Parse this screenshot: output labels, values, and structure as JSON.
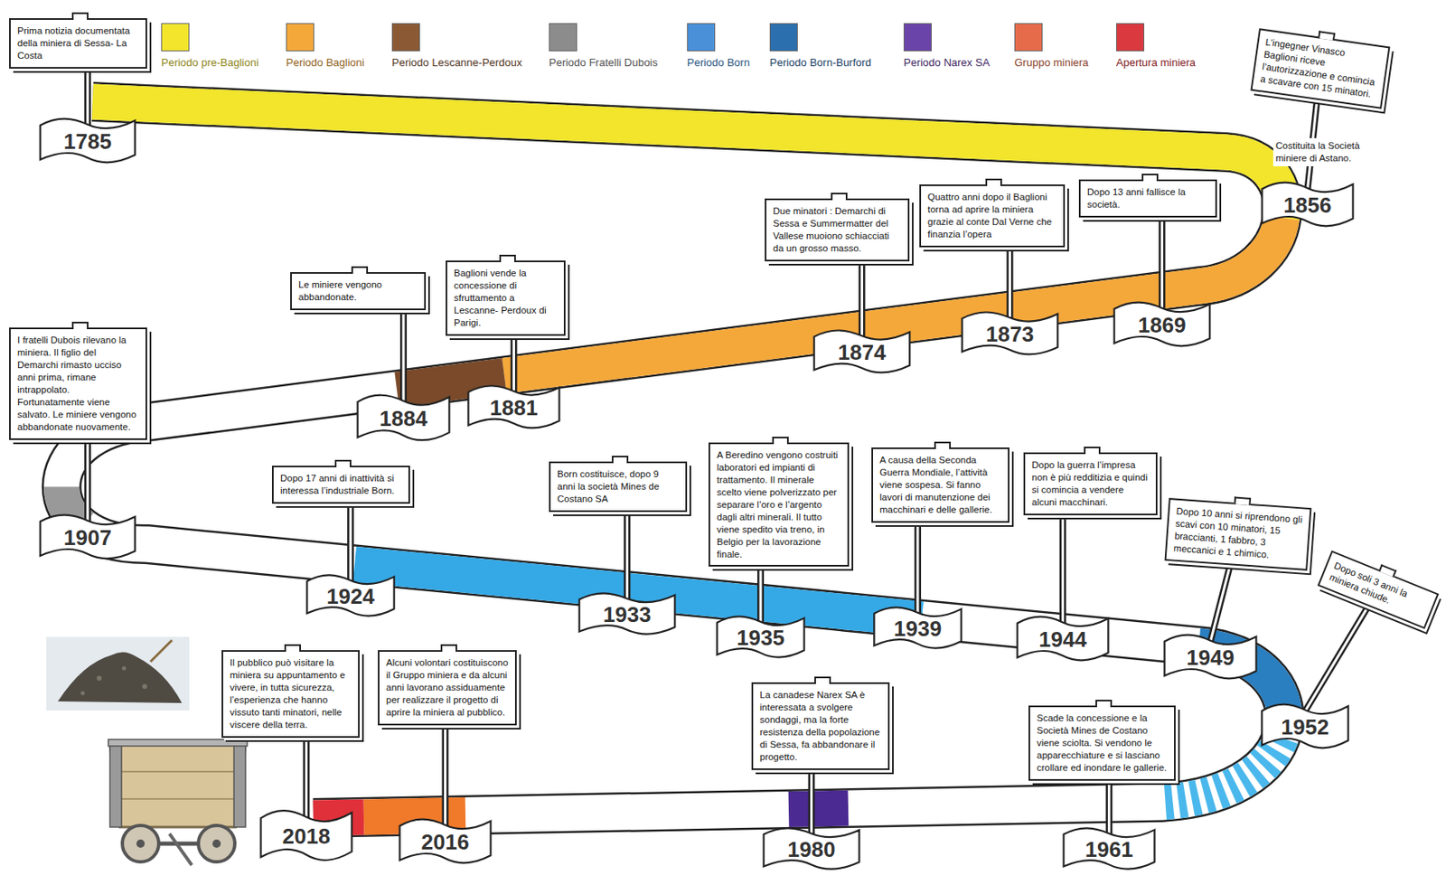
{
  "diagram": {
    "nodes": [
      {
        "text": [
          "Prima notizia documentata della miniera di Sessa- La Costa"
        ]
      },
      {
        "text": [
          "1785"
        ]
      },
      {
        "text": [
          "L’ingegner Vinasco Baglioni riceve l’autorizzazione e comincia a scavare con 15 minatori."
        ]
      },
      {
        "text": [
          "1856"
        ]
      },
      {
        "text": [
          "Dopo 13 anni fallisce la società."
        ]
      },
      {
        "text": [
          "1869"
        ]
      },
      {
        "text": [
          "Quattro anni dopo il Baglioni torna ad aprire la miniera grazie al conte Dal Verne che finanzia l’opera"
        ]
      },
      {
        "text": [
          "1873"
        ]
      },
      {
        "text": [
          "Due minatori : Demarchi di Sessa e Summermatter del Vallese muoiono schiacciati da un grosso masso."
        ]
      },
      {
        "text": [
          "1874"
        ]
      },
      {
        "text": [
          "Baglioni vende la concessione di sfruttamento a Lescanne- Perdoux di Parigi."
        ]
      },
      {
        "text": [
          "1881"
        ]
      },
      {
        "text": [
          "Le miniere vengono abbandonate."
        ]
      },
      {
        "text": [
          "1884"
        ]
      },
      {
        "text": [
          "I fratelli Dubois rilevano la miniera. Il figlio del Demarchi rimasto ucciso anni prima, rimane intrappolato. Fortunatamente viene salvato. Le miniere vengono abbandonate nuovamente."
        ]
      },
      {
        "text": [
          "1907"
        ]
      },
      {
        "text": [
          "Dopo 17 anni di inattività si interessa l’industriale Born."
        ]
      },
      {
        "text": [
          "1924"
        ]
      },
      {
        "text": [
          "Born costituisce, dopo 9 anni la società Mines de Costano SA"
        ]
      },
      {
        "text": [
          "1933"
        ]
      },
      {
        "text": [
          "A Beredino vengono costruiti laboratori ed impianti di trattamento. Il minerale scelto viene polverizzato per separare l’oro e l’argento dagli altri minerali. Il tutto viene spedito via treno, in Belgio per la lavorazione finale."
        ]
      },
      {
        "text": [
          "1935"
        ]
      },
      {
        "text": [
          "A causa della Seconda Guerra Mondiale, l’attività viene sospesa. Si fanno lavori di manutenzione dei macchinari e delle gallerie."
        ]
      },
      {
        "text": [
          "1939"
        ]
      },
      {
        "text": [
          "Dopo la guerra l’impresa non è più redditizia e quindi si comincia a vendere alcuni macchinari."
        ]
      },
      {
        "text": [
          "1944"
        ]
      },
      {
        "text": [
          "Dopo 10 anni si riprendono gli scavi con 10 minatori, 15 braccianti, 1 fabbro, 3 meccanici e 1 chimico."
        ]
      },
      {
        "text": [
          "1949"
        ]
      },
      {
        "text": [
          "Dopo soli 3 anni la miniera chiude."
        ]
      },
      {
        "text": [
          "1952"
        ]
      },
      {
        "text": [
          "Scade la concessione e la Società Mines de Costano viene sciolta. Si vendono le apparecchiature e si lasciano crollare ed inondare le gallerie."
        ]
      },
      {
        "text": [
          "1961"
        ]
      },
      {
        "text": [
          "La canadese Narex SA è interessata a svolgere sondaggi, ma la forte resistenza della popolazione di Sessa, fa abbandonare il progetto."
        ]
      },
      {
        "text": [
          "1980"
        ]
      },
      {
        "text": [
          "Alcuni volontari costituiscono il Gruppo miniera e da alcuni anni lavorano assiduamente per realizzare il progetto di aprire la miniera al pubblico."
        ]
      },
      {
        "text": [
          "2016"
        ]
      },
      {
        "text": [
          "Il pubblico può visitare la miniera su appuntamento e vivere, in tutta sicurezza, l’esperienza che hanno vissuto tanti minatori, nelle viscere della terra."
        ]
      },
      {
        "text": [
          "2018"
        ]
      }
    ],
    "edges": [
      {
        "from": 0,
        "to": 1,
        "arrow": "none"
      },
      {
        "from": 2,
        "to": 3,
        "arrow": "none"
      },
      {
        "from": 4,
        "to": 5,
        "arrow": "none"
      },
      {
        "from": 6,
        "to": 7,
        "arrow": "none"
      },
      {
        "from": 8,
        "to": 9,
        "arrow": "none"
      },
      {
        "from": 10,
        "to": 11,
        "arrow": "none"
      },
      {
        "from": 12,
        "to": 13,
        "arrow": "none"
      },
      {
        "from": 14,
        "to": 15,
        "arrow": "none"
      },
      {
        "from": 16,
        "to": 17,
        "arrow": "none"
      },
      {
        "from": 18,
        "to": 19,
        "arrow": "none"
      },
      {
        "from": 20,
        "to": 21,
        "arrow": "none"
      },
      {
        "from": 22,
        "to": 23,
        "arrow": "none"
      },
      {
        "from": 24,
        "to": 25,
        "arrow": "none"
      },
      {
        "from": 26,
        "to": 27,
        "arrow": "none"
      },
      {
        "from": 28,
        "to": 29,
        "arrow": "none"
      },
      {
        "from": 30,
        "to": 31,
        "arrow": "none"
      },
      {
        "from": 32,
        "to": 33,
        "arrow": "none"
      },
      {
        "from": 34,
        "to": 35,
        "arrow": "none"
      },
      {
        "from": 36,
        "to": 37,
        "arrow": "none"
      }
    ],
    "labels": [
      "Costituita la Società miniere di Astano."
    ],
    "legend": [
      {
        "text": "Periodo pre-Baglioni",
        "color": "#f2e52c"
      },
      {
        "text": "Periodo Baglioni",
        "color": "#f5a83a"
      },
      {
        "text": "Periodo Lescanne-Perdoux",
        "color": "#8b5a34"
      },
      {
        "text": "Periodo Fratelli Dubois",
        "color": "#8c8c8c"
      },
      {
        "text": "Periodo Born",
        "color": "#4a90d9"
      },
      {
        "text": "Periodo Born-Burford",
        "color": "#2c6fae"
      },
      {
        "text": "Periodo Narex SA",
        "color": "#6a44a8"
      },
      {
        "text": "Gruppo miniera",
        "color": "#e66b4b"
      },
      {
        "text": "Apertura miniera",
        "color": "#d9393f"
      }
    ]
  }
}
